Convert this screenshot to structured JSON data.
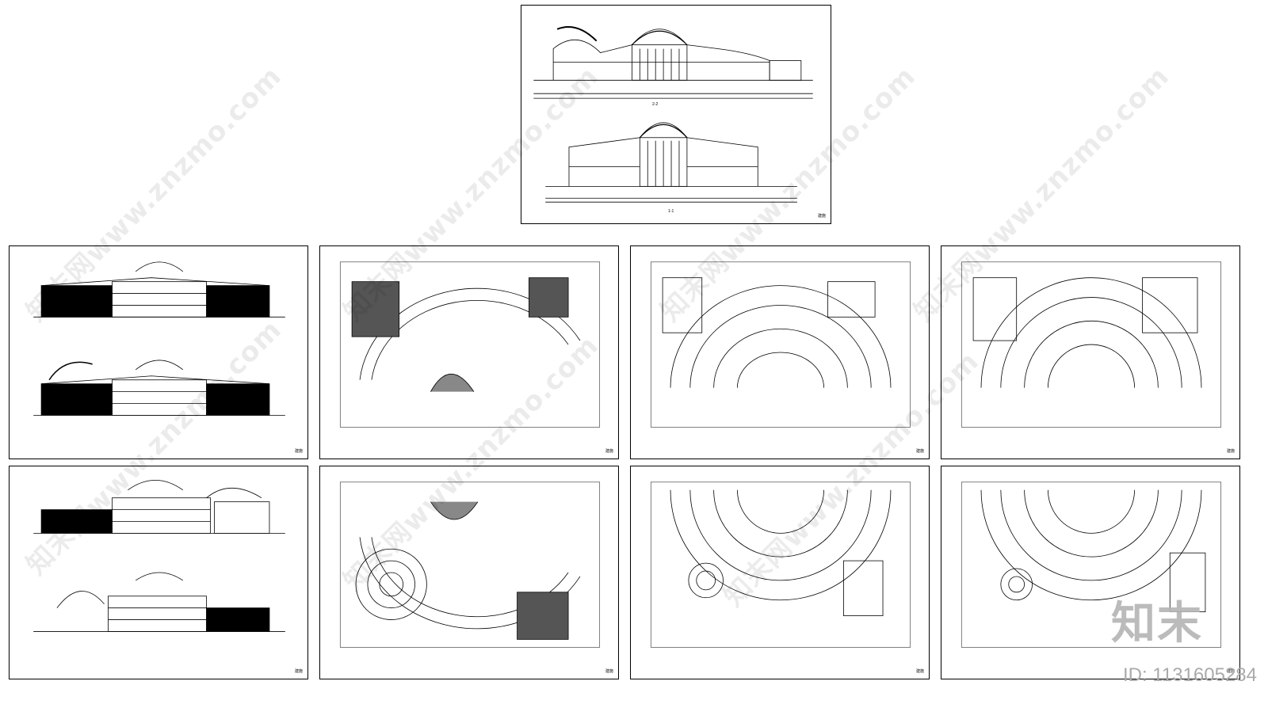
{
  "watermark": {
    "text": "知末网www.znzmo.com"
  },
  "branding": {
    "logo_text": "知末",
    "id_label": "ID: 1131605284"
  },
  "sheets": {
    "sections": {
      "label_a": "2-2",
      "label_b": "1-1",
      "title_block": "建施"
    },
    "elev_1": {
      "title_block": "建施"
    },
    "elev_2": {
      "title_block": "建施"
    },
    "roof_plan": {
      "title_block": "建施"
    },
    "floor_2": {
      "title_block": "建施"
    },
    "floor_3": {
      "title_block": "建施"
    },
    "roof_plan_2": {
      "title_block": "建施"
    },
    "floor_1": {
      "title_block": "建施"
    },
    "floor_1b": {
      "title_block": "建施"
    }
  },
  "colors": {
    "line": "#000000",
    "hatch": "#333333",
    "watermark": "#d9d9d9"
  }
}
